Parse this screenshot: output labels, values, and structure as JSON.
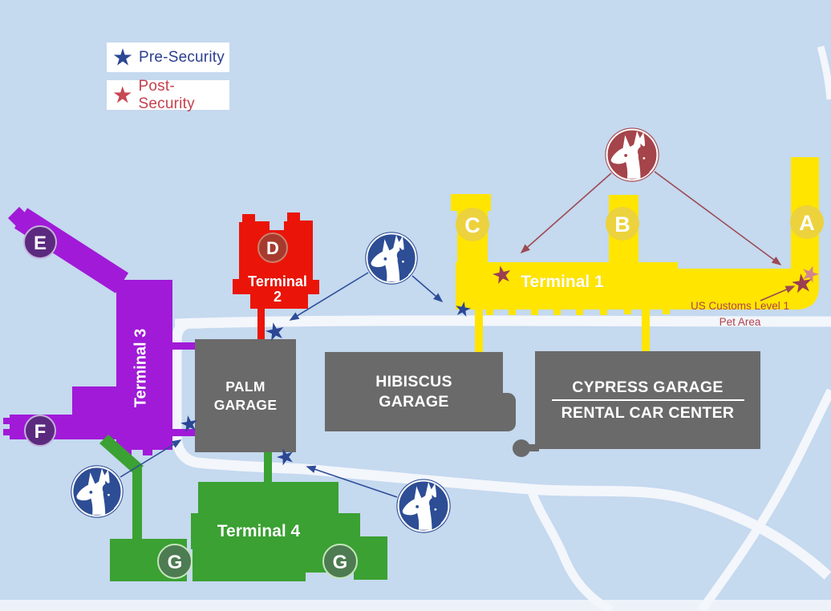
{
  "legend": {
    "pre_label": "Pre-Security",
    "post_label": "Post-Security"
  },
  "terminals": {
    "t1": {
      "label": "Terminal 1",
      "gate_a": "A",
      "gate_b": "B",
      "gate_c": "C",
      "color": "#ffe500"
    },
    "t2": {
      "label_line1": "Terminal",
      "label_line2": "2",
      "gate_d": "D",
      "color": "#ea1508"
    },
    "t3": {
      "label": "Terminal 3",
      "gate_e": "E",
      "gate_f": "F",
      "color": "#a11ad8"
    },
    "t4": {
      "label": "Terminal 4",
      "gate_g_west": "G",
      "gate_g_east": "G",
      "color": "#3aa132"
    }
  },
  "garages": {
    "palm": {
      "line1": "PALM",
      "line2": "GARAGE"
    },
    "hibiscus": {
      "line1": "HIBISCUS",
      "line2": "GARAGE"
    },
    "cypress": {
      "line1": "CYPRESS GARAGE",
      "line2": "RENTAL CAR CENTER"
    }
  },
  "annotations": {
    "us_customs_line1": "US Customs Level 1",
    "us_customs_line2": "Pet Area"
  },
  "colors": {
    "pre_security_blue": "#2b4693",
    "post_security_red": "#c5414d",
    "post_star_dark": "#9c3f50",
    "post_star_light": "#d2848f",
    "background": "#c5d9ef",
    "road": "#f3f6fb",
    "garage_gray": "#6a6a6a",
    "dog_icon_blue": "#2d4d95",
    "dog_icon_red": "#a5444b"
  }
}
